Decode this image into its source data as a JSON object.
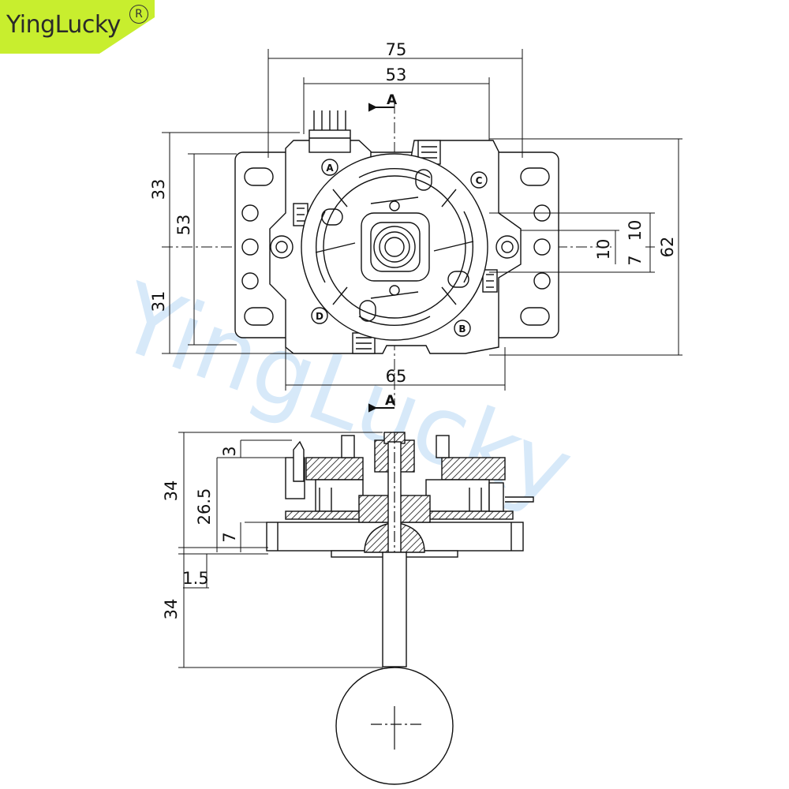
{
  "brand": {
    "name": "YingLucky",
    "registered": "R",
    "watermark": "YingLucky",
    "color": "#c8ee2e"
  },
  "top_view": {
    "section_mark": "A",
    "dims": {
      "w75": "75",
      "w53": "53",
      "w65": "65",
      "h33": "33",
      "h53": "53",
      "h31": "31",
      "h62": "62",
      "r10a": "10",
      "r10b": "10",
      "r7": "7"
    },
    "switch_labels": {
      "a": "A",
      "b": "B",
      "c": "C",
      "d": "D"
    }
  },
  "side_view": {
    "section_mark": "A",
    "dims": {
      "d3": "3",
      "d34": "34",
      "d26_5": "26.5",
      "d7": "7",
      "d1_5": "1.5",
      "d34_lower": "34"
    }
  }
}
